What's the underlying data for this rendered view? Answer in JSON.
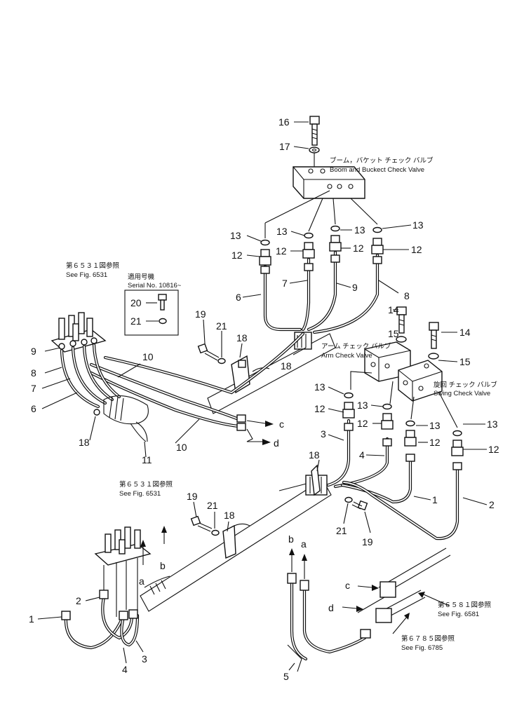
{
  "captions": {
    "boom_bucket_jp": "ブーム，バケット チェック バルブ",
    "boom_bucket_en": "Boom and Buckect Check Valve",
    "arm_jp": "アーム チェック バルブ",
    "arm_en": "Arm Check Valve",
    "swing_jp": "旋回 チェック バルブ",
    "swing_en": "Swing Check Valve",
    "fig6531_top_jp": "第６５３１図参照",
    "fig6531_top_en": "See Fig. 6531",
    "fig6531_mid_jp": "第６５３１図参照",
    "fig6531_mid_en": "See Fig. 6531",
    "fig6581_jp": "第６５８１図参照",
    "fig6581_en": "See Fig. 6581",
    "fig6785_jp": "第６７８５図参照",
    "fig6785_en": "See Fig. 6785",
    "serial_jp": "適用号機",
    "serial_en": "Serial No. 10816~"
  },
  "callouts": {
    "n16": "16",
    "n17": "17",
    "n13a": "13",
    "n13b": "13",
    "n13c": "13",
    "n13d": "13",
    "n12a": "12",
    "n12b": "12",
    "n12c": "12",
    "n12d": "12",
    "n6a": "6",
    "n7a": "7",
    "n9a": "9",
    "n8a": "8",
    "n20": "20",
    "n21a": "21",
    "n19a": "19",
    "n21b": "21",
    "n18a": "18",
    "n18b": "18",
    "n14a": "14",
    "n15a": "15",
    "n14b": "14",
    "n15b": "15",
    "n9b": "9",
    "n8b": "8",
    "n7b": "7",
    "n6b": "6",
    "n10a": "10",
    "n10b": "10",
    "n18c": "18",
    "n11": "11",
    "n13e": "13",
    "n12e": "12",
    "n13f": "13",
    "n12f": "12",
    "n13g": "13",
    "n12g": "12",
    "n13h": "13",
    "n12h": "12",
    "n3a": "3",
    "n4a": "4",
    "n18d": "18",
    "n1a": "1",
    "n2a": "2",
    "n19b": "19",
    "n21c": "21",
    "n18e": "18",
    "n21d": "21",
    "n19c": "19",
    "n2b": "2",
    "n1b": "1",
    "n3b": "3",
    "n4b": "4",
    "n5": "5",
    "c1": "c",
    "d1": "d",
    "a1": "a",
    "b1": "b",
    "b2": "b",
    "a2": "a",
    "c2": "c",
    "d2": "d"
  }
}
